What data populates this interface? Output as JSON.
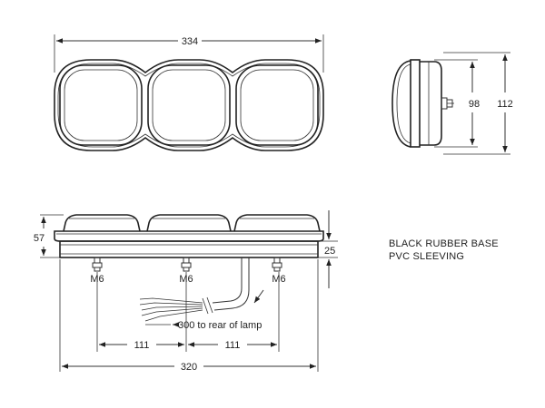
{
  "dimensions": {
    "top_width": "334",
    "side_inner_height": "98",
    "side_outer_height": "112",
    "front_height": "57",
    "front_base_height": "25",
    "thread_left": "M6",
    "thread_mid": "M6",
    "thread_right": "M6",
    "cable_length": "300 to rear of lamp",
    "stud_spacing_left": "111",
    "stud_spacing_right": "111",
    "base_width": "320"
  },
  "notes": {
    "line1": "BLACK RUBBER BASE",
    "line2": "PVC SLEEVING"
  }
}
